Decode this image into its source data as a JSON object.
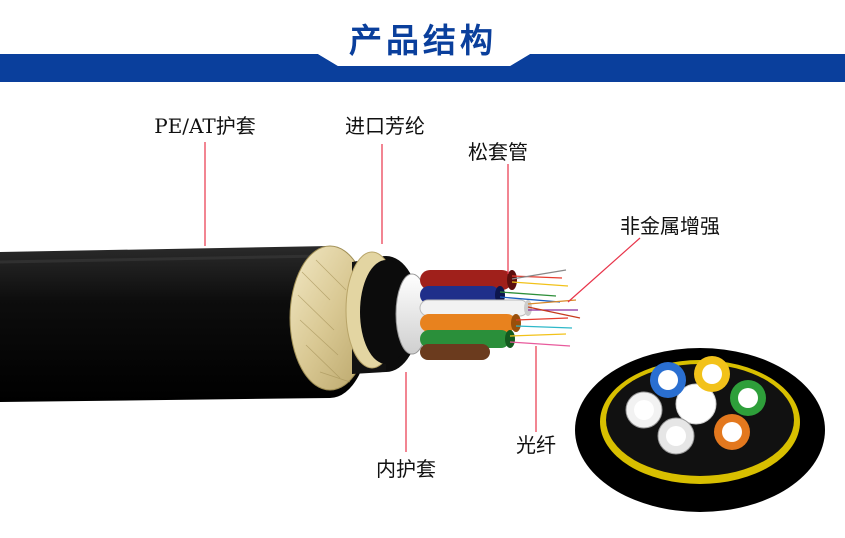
{
  "header": {
    "title": "产品结构",
    "band_color": "#0a3f9c"
  },
  "labels": {
    "outer_sheath": "PE/AT护套",
    "aramid": "进口芳纶",
    "loose_tube": "松套管",
    "strength_member": "非金属增强",
    "fiber": "光纤",
    "inner_sheath": "内护套"
  },
  "colors": {
    "leader_line": "#e8344a",
    "sheath": "#111111",
    "aramid_yarn": "#e6d9a8"
  }
}
